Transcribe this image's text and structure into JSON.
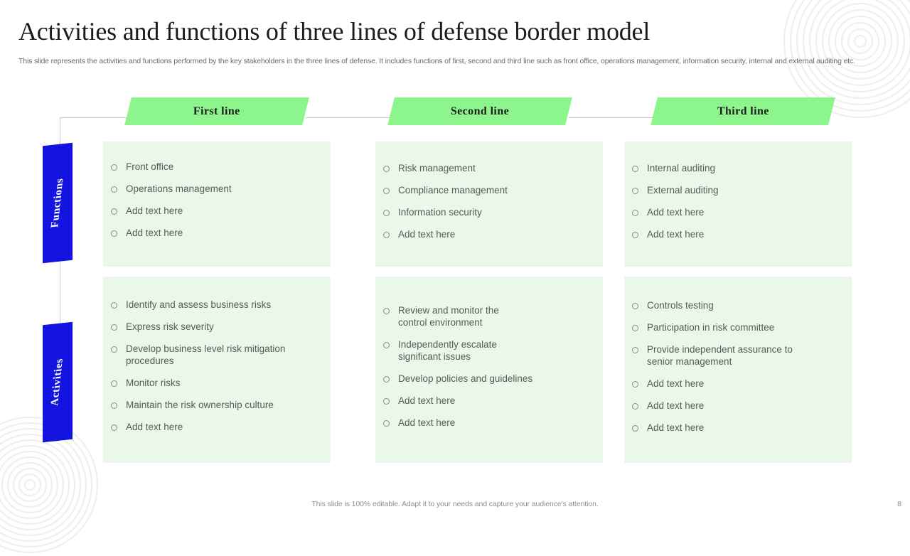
{
  "slide": {
    "title": "Activities and functions of three lines of defense border model",
    "subtitle": "This slide represents the activities and functions performed by the key stakeholders in the three lines of defense. It includes functions of first, second and third line such as front office,  operations management, information security, internal and external auditing etc.",
    "footer_note": "This slide is 100% editable. Adapt it to your needs and capture your audience's attention.",
    "page_number": "8"
  },
  "colors": {
    "banner_green": "#8cf58c",
    "capsule_green": "#eaf8ea",
    "side_tab_blue": "#1414e0",
    "title_text": "#1b1b1b",
    "body_text": "#595959",
    "muted_text": "#6a6a6a",
    "connector_line": "#c9c9c9"
  },
  "columns": [
    {
      "id": "first",
      "label": "First line"
    },
    {
      "id": "second",
      "label": "Second line"
    },
    {
      "id": "third",
      "label": "Third line"
    }
  ],
  "rows": [
    {
      "id": "functions",
      "label": "Functions",
      "cells": [
        {
          "column": "first",
          "items": [
            "Front office",
            "Operations management",
            "Add text here",
            "Add text here"
          ]
        },
        {
          "column": "second",
          "items": [
            "Risk management",
            "Compliance management",
            "Information security",
            "Add text here"
          ]
        },
        {
          "column": "third",
          "items": [
            "Internal auditing",
            "External auditing",
            "Add text here",
            "Add text here"
          ]
        }
      ]
    },
    {
      "id": "activities",
      "label": "Activities",
      "cells": [
        {
          "column": "first",
          "items": [
            "Identify and assess business risks",
            "Express risk severity",
            "Develop business level risk mitigation\nprocedures",
            "Monitor risks",
            "Maintain the risk ownership culture",
            "Add text here"
          ]
        },
        {
          "column": "second",
          "items": [
            "Review and monitor the\ncontrol environment",
            "Independently escalate\nsignificant issues",
            "Develop policies and guidelines",
            "Add text here",
            "Add text here"
          ]
        },
        {
          "column": "third",
          "items": [
            "Controls testing",
            "Participation in risk committee",
            "Provide independent assurance to\nsenior management",
            "Add text here",
            "Add text here",
            "Add text here"
          ]
        }
      ]
    }
  ]
}
